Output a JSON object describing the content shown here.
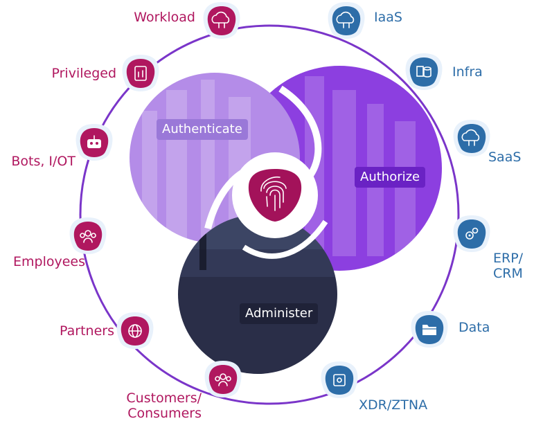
{
  "colors": {
    "left_accent": "#b0175f",
    "right_accent": "#2d6da8",
    "ring": "#7a35c9",
    "authenticate": "#b48ce8",
    "authorize": "#8c3fe0",
    "administer": "#2a2e48"
  },
  "center": {
    "icon": "fingerprint-icon",
    "segments": [
      {
        "label": "Authenticate"
      },
      {
        "label": "Authorize"
      },
      {
        "label": "Administer"
      }
    ]
  },
  "left_items": [
    {
      "label": "Workload",
      "icon": "cloud-code-icon"
    },
    {
      "label": "Privileged",
      "icon": "privileged-badge-icon"
    },
    {
      "label": "Bots, I/OT",
      "icon": "robot-icon"
    },
    {
      "label": "Employees",
      "icon": "people-group-icon"
    },
    {
      "label": "Partners",
      "icon": "partners-globe-icon"
    },
    {
      "label": "Customers/\nConsumers",
      "icon": "customers-network-icon"
    }
  ],
  "right_items": [
    {
      "label": "IaaS",
      "icon": "cloud-server-icon"
    },
    {
      "label": "Infra",
      "icon": "infrastructure-icon"
    },
    {
      "label": "SaaS",
      "icon": "cloud-gear-icon"
    },
    {
      "label": "ERP/\nCRM",
      "icon": "gears-icon"
    },
    {
      "label": "Data",
      "icon": "folder-icon"
    },
    {
      "label": "XDR/ZTNA",
      "icon": "chip-eye-icon"
    }
  ]
}
